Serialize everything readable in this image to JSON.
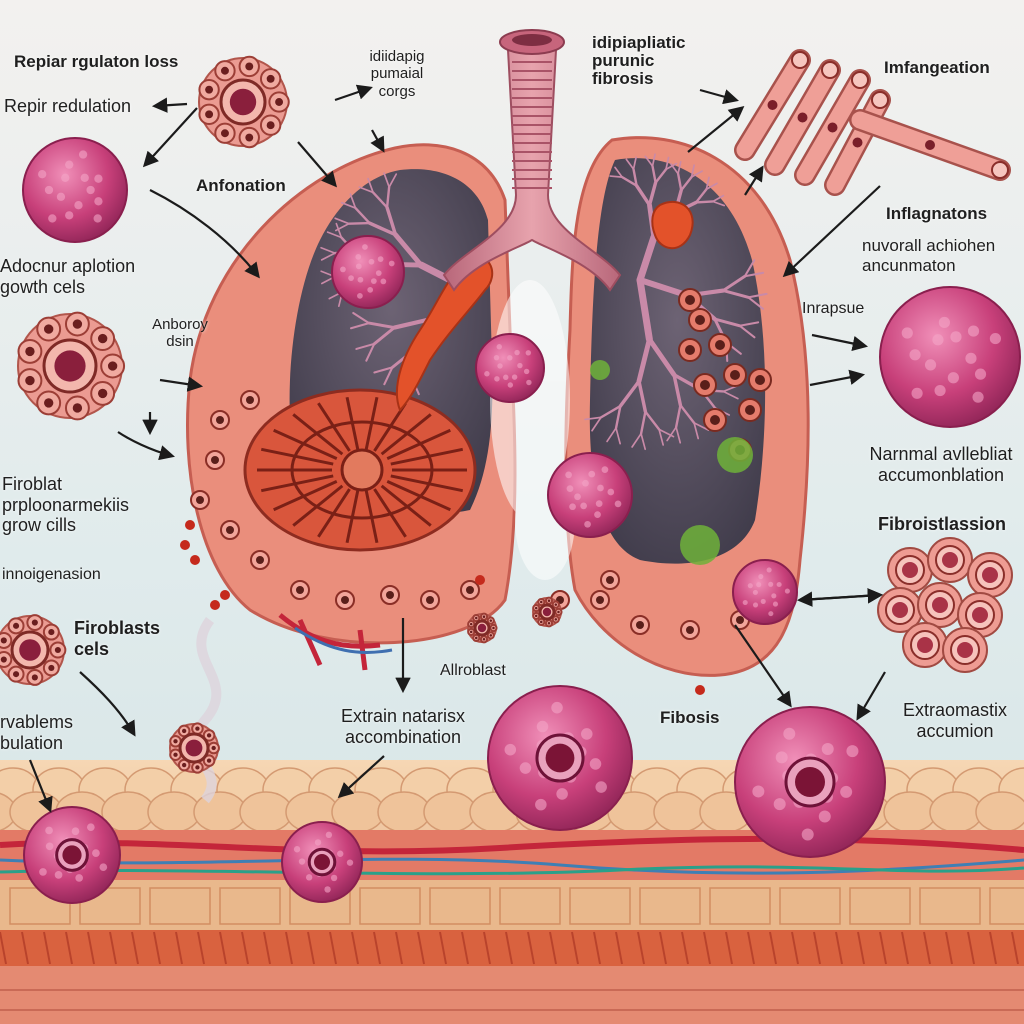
{
  "colors": {
    "background_top": "#ecf0ef",
    "background_bottom": "#d8e6e7",
    "lung_tissue": "#e9897a",
    "lung_dark": "#5d5563",
    "bronchi": "#c98aa8",
    "trachea": "#d88a97",
    "fibrotic_orange": "#e3522a",
    "cell_magenta": "#c2437c",
    "tissue_tan": "#f0c7a0",
    "floor": "#e48a72"
  },
  "labels": {
    "repair_regulation_loss": "Repiar rgulaton loss",
    "repair_redulation": "Repir redulation",
    "idiopathic_lung": "idiidapig\npumaial\ncorgs",
    "title": "idipiapliatic\npurunic\nfibrosis",
    "infangeation": "Imfangeation",
    "anfonation": "Anfonation",
    "inflagnatons": "Inflagnatons",
    "nuvoral_achiohen": "nuvorall achiohen\nancunmaton",
    "adocnur_aplotion": "Adocnur aplotion\ngowth cels",
    "anboroy_dsin": "Anboroy\ndsin",
    "inrapsue": "Inrapsue",
    "narmal_avllebliat": "Narnmal avllebliat\naccumonblation",
    "fibroblat_prolifer": "Firoblat\nprploonarmekiis\ngrow cills",
    "fibroistlassion": "Fibroistlassion",
    "innogenasion": "innoigenasion",
    "fibroblasts_cels": "Firoblasts\ncels",
    "vablems_bulation": "rvablems\nbulation",
    "allroblast": "Allroblast",
    "extrain_natarisx": "Extrain natarisx\naccombination",
    "fibosis": "Fibosis",
    "extraomastix": "Extraomastix\naccumion"
  }
}
